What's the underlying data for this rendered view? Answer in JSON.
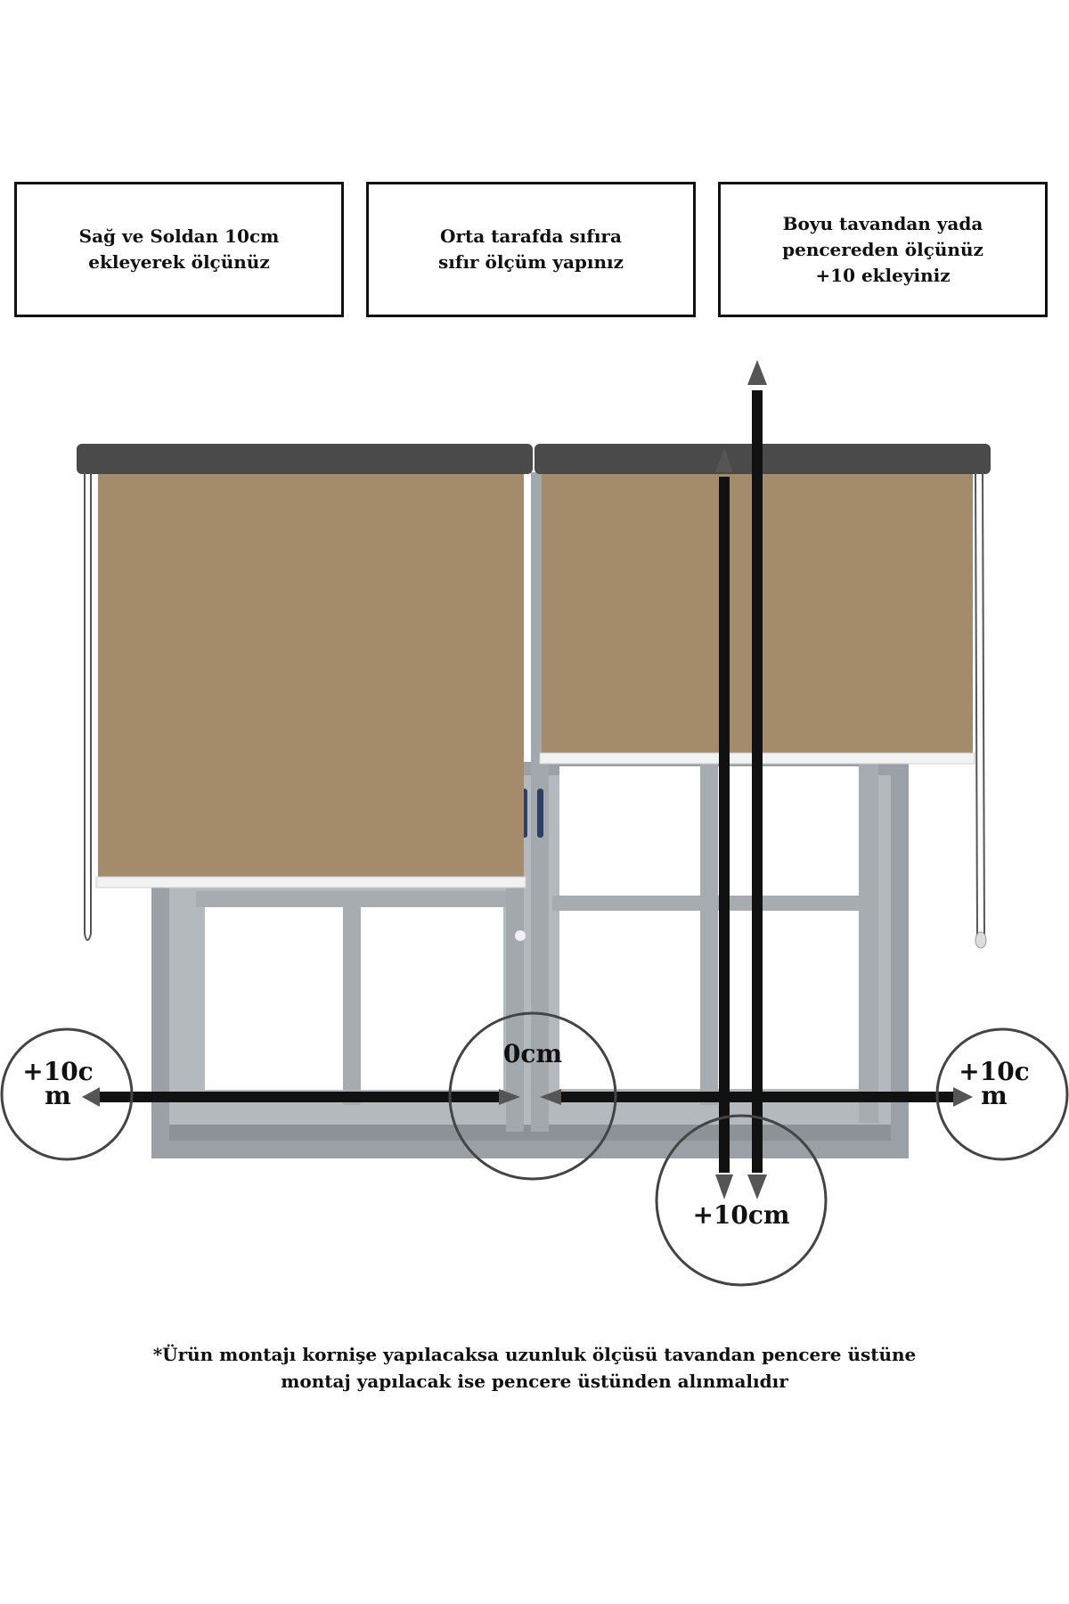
{
  "instructions": [
    {
      "lines": [
        "Sağ ve Soldan 10cm",
        "ekleyerek ölçünüz"
      ]
    },
    {
      "lines": [
        "Orta tarafda sıfıra",
        "sıfır ölçüm yapınız"
      ]
    },
    {
      "lines": [
        "Boyu tavandan yada",
        "pencereden  ölçünüz",
        "+10 ekleyiniz"
      ]
    }
  ],
  "labels": {
    "left_l1": "+10c",
    "left_l2": "m",
    "center": "0cm",
    "right_l1": "+10c",
    "right_l2": "m",
    "bottom": "+10cm"
  },
  "footnote": {
    "line1": "*Ürün montajı kornişe yapılacaksa uzunluk ölçüsü  tavandan pencere üstüne",
    "line2": "montaj yapılacak ise pencere üstünden alınmalıdır"
  },
  "colors": {
    "blind_fabric": "#A38B6B",
    "roller_bar": "#4A4A4A",
    "window_frame": "#9AA0A6",
    "arrow": "#111111",
    "arrow_head": "#555555",
    "circle": "#444444"
  }
}
